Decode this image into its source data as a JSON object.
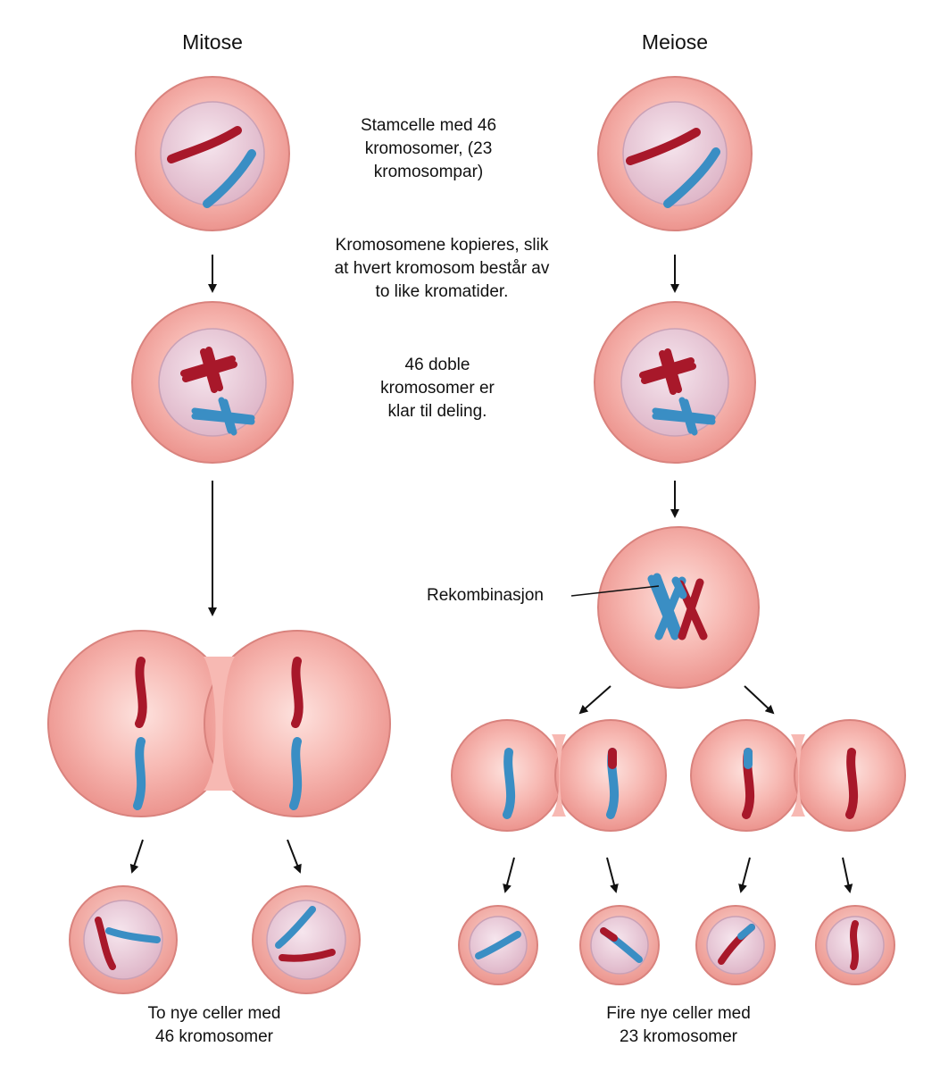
{
  "headers": {
    "mitosis": "Mitose",
    "meiosis": "Meiose"
  },
  "descriptions": {
    "stem_cell": [
      "Stamcelle med 46",
      "kromosomer, (23",
      "kromosompar)"
    ],
    "copying": [
      "Kromosomene kopieres, slik",
      "at hvert kromosom består av",
      "to like kromatider."
    ],
    "ready": [
      "46 doble",
      "kromosomer er",
      "klar til deling."
    ]
  },
  "recombination_label": "Rekombinasjon",
  "captions": {
    "mitosis_result": [
      "To nye celler med",
      "46 kromosomer"
    ],
    "meiosis_result": [
      "Fire nye celler med",
      "23 kromosomer"
    ]
  },
  "colors": {
    "cell_outer": "#f4a7a2",
    "cell_edge": "#d9837e",
    "nucleus": "#e9c9d6",
    "nucleus_edge": "#c9a1b6",
    "chromosome_red": "#a8182a",
    "chromosome_blue": "#3a8ec4",
    "arrow": "#111111"
  }
}
